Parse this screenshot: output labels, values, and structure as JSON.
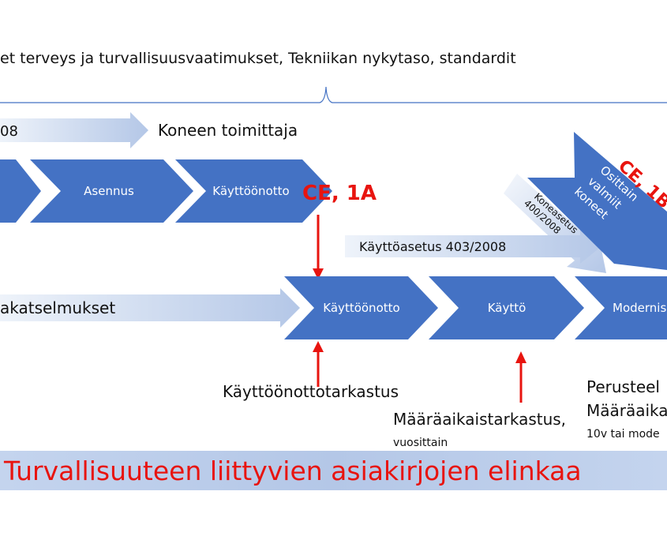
{
  "header": {
    "text": "et terveys ja turvallisuusvaatimukset, Tekniikan nykytaso, standardit"
  },
  "top_arrow": {
    "left_text": "08",
    "label": "Koneen toimittaja"
  },
  "row1": {
    "chevrons": [
      "",
      "Asennus",
      "Käyttöönotto"
    ],
    "ce_label": "CE, 1A"
  },
  "partial_machines": {
    "ce_label": "CE, 1B",
    "lines": [
      "Osittain",
      "valmiit",
      "koneet"
    ],
    "decree_lines": [
      "Koneasetus",
      "400/2008"
    ]
  },
  "usage_decree": {
    "label": "Käyttöasetus 403/2008"
  },
  "row2": {
    "left_arrow": "akatselmukset",
    "chevrons": [
      "Käyttöönotto",
      "Käyttö",
      "Modernis"
    ]
  },
  "inspections": {
    "commissioning": "Käyttöönottotarkastus",
    "periodic": "Määräaikaistarkastus,",
    "periodic_sub": "vuosittain",
    "basic_line1": "Perusteel",
    "basic_line2": "Määräaika",
    "basic_sub": "10v tai mode"
  },
  "footer": {
    "title": "Turvallisuuteen liittyvien asiakirjojen elinkaa"
  },
  "colors": {
    "chevron": "#4472C4",
    "red": "#E8140F",
    "light": "#B4C7E7"
  }
}
